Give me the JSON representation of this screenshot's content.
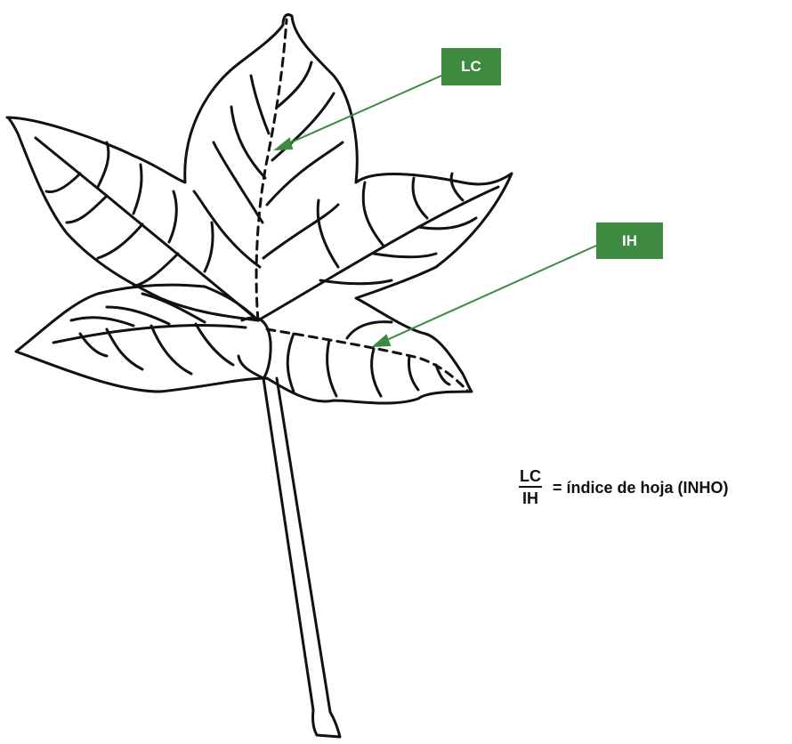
{
  "colors": {
    "label_fill": "#3d8b40",
    "arrow": "#3d8b40",
    "leaf_stroke": "#111111",
    "background": "#ffffff"
  },
  "labels": {
    "lc": "LC",
    "ih": "IH"
  },
  "formula": {
    "numerator": "LC",
    "denominator": "IH",
    "text": "= índice de hoja (INHO)"
  }
}
